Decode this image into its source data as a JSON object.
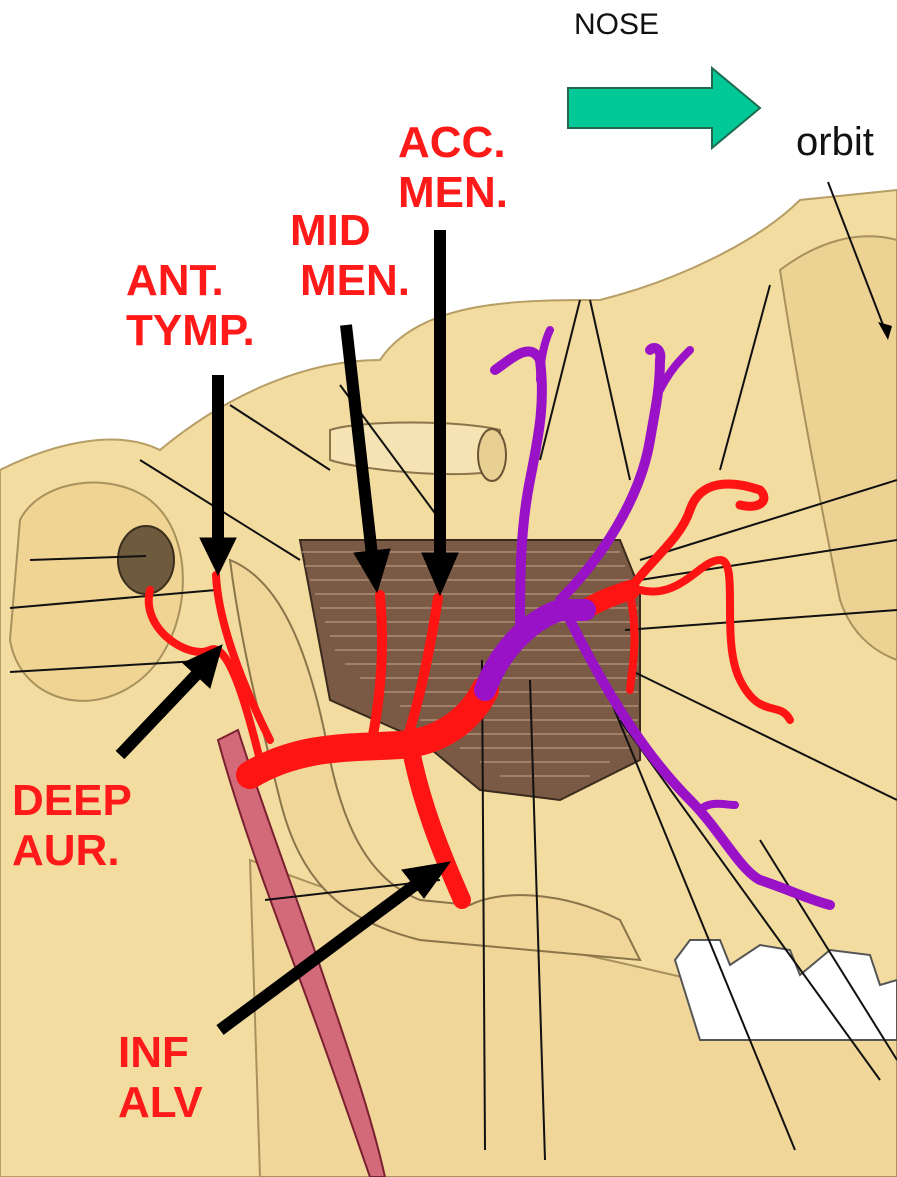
{
  "title_arrow": {
    "label": "NOSE",
    "color": "#00c896"
  },
  "landmarks": {
    "orbit": "orbit"
  },
  "labels": {
    "acc_men": [
      "ACC.",
      "MEN."
    ],
    "mid_men": [
      "MID",
      "MEN."
    ],
    "ant_tymp": [
      "ANT.",
      "TYMP."
    ],
    "deep_aur": [
      "DEEP",
      "AUR."
    ],
    "inf_alv": [
      "INF",
      "ALV"
    ]
  },
  "colors": {
    "label_text": "#ff1a1a",
    "artery": "#ff1414",
    "vein": "#9a12c8",
    "bone": "#f3dca0",
    "muscle": "#7a5a44",
    "pointer": "#000000"
  }
}
